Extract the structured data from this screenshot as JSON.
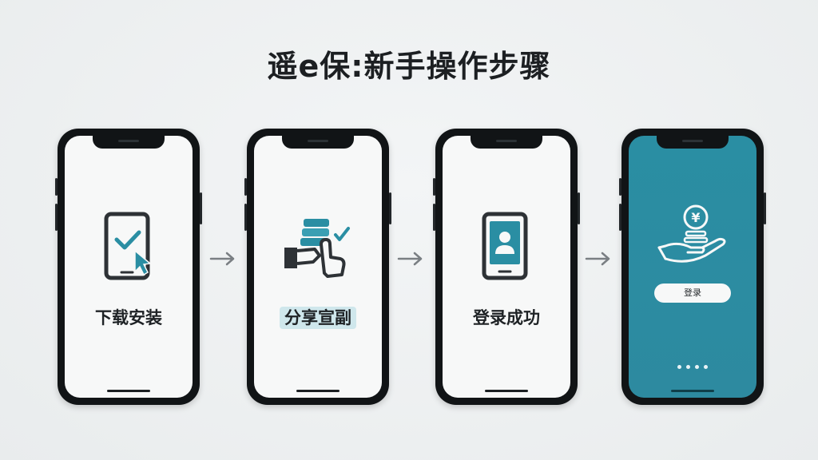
{
  "title": "遥e保:新手操作步骤",
  "steps": [
    {
      "label": "下载安装"
    },
    {
      "label": "分享宣副"
    },
    {
      "label": "登录成功"
    },
    {
      "button_label": "登录"
    }
  ],
  "icons": {
    "step1": "phone-checkmark-cursor-icon",
    "step2": "hand-tap-stack-icon",
    "step3": "phone-user-profile-icon",
    "step4": "hand-yen-coin-icon",
    "arrow": "arrow-right-icon"
  },
  "colors": {
    "accent": "#2a8ea3",
    "dark": "#2e3236"
  }
}
